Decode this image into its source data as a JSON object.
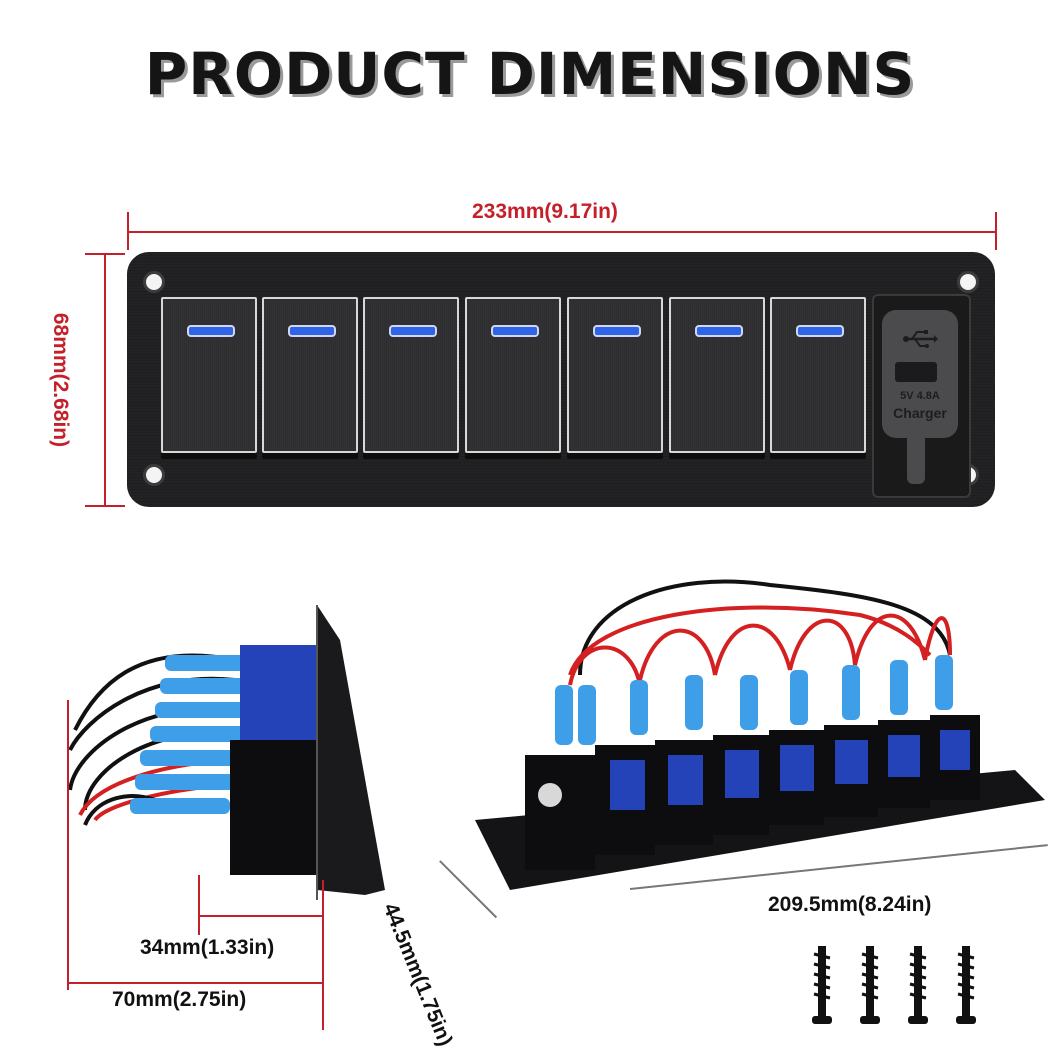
{
  "title": "PRODUCT DIMENSIONS",
  "dimensions": {
    "width": "233mm(9.17in)",
    "height": "68mm(2.68in)",
    "depth": "44.5mm(1.75in)",
    "length_back": "209.5mm(8.24in)",
    "switch_depth": "34mm(1.33in)",
    "total_depth": "70mm(2.75in)"
  },
  "usb_charger": {
    "rating": "5V 4.8A",
    "label": "Charger"
  },
  "colors": {
    "accent_red": "#c4202a",
    "led_blue": "#2f64e8"
  },
  "icons": [
    "usb-icon"
  ]
}
